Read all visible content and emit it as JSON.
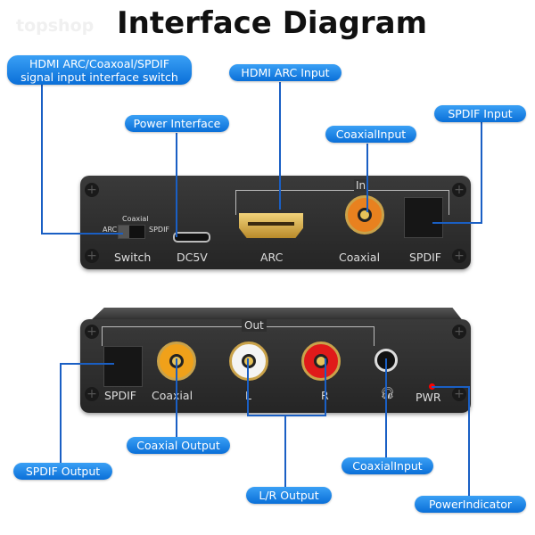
{
  "title": "Interface Diagram",
  "watermark": "topshop",
  "callouts": {
    "switch_line1": "HDMI ARC/Coaxoal/SPDIF",
    "switch_line2": "signal input interface switch",
    "hdmi_arc_input": "HDMI ARC Input",
    "power_interface": "Power Interface",
    "coaxial_input_top": "CoaxialInput",
    "spdif_input": "SPDIF Input",
    "spdif_output": "SPDIF Output",
    "coaxial_output": "Coaxial Output",
    "lr_output": "L/R Output",
    "coaxial_input_bottom": "CoaxialInput",
    "power_indicator": "PowerIndicator"
  },
  "front_panel": {
    "in_label": "In",
    "switch_top": "Coaxial",
    "switch_left": "ARC",
    "switch_right": "SPDIF",
    "switch": "Switch",
    "dc": "DC5V",
    "arc": "ARC",
    "coaxial": "Coaxial",
    "spdif": "SPDIF"
  },
  "back_panel": {
    "out_label": "Out",
    "spdif": "SPDIF",
    "coaxial": "Coaxial",
    "l": "L",
    "r": "R",
    "pwr": "PWR"
  },
  "colors": {
    "callout": "#1577e0",
    "line": "#1a5fc4",
    "device": "#2d2d2d"
  }
}
